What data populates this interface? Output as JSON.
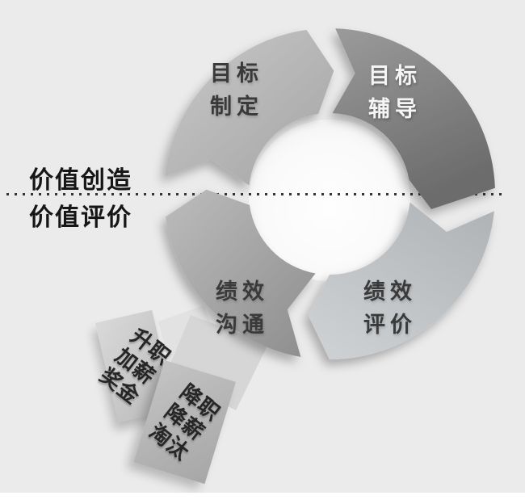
{
  "canvas": {
    "background": "#ebebeb",
    "footer_strip": "#ffffff"
  },
  "divider": {
    "above_label": "价值创造",
    "below_label": "价值评价",
    "line_color": "#353535"
  },
  "cycle": {
    "direction": "clockwise",
    "segments": [
      {
        "name": "goal-setting",
        "label": "目标制定",
        "line1": "目标",
        "line2": "制定",
        "color_from": "#c9c9c9",
        "color_to": "#a4a4a4",
        "text_color": "#3a3a3a"
      },
      {
        "name": "goal-coaching",
        "label": "目标辅导",
        "line1": "目标",
        "line2": "辅导",
        "color_from": "#9b9b9b",
        "color_to": "#6c6c6c",
        "text_color": "#f5f5f5"
      },
      {
        "name": "performance-evaluation",
        "label": "绩效评价",
        "line1": "绩效",
        "line2": "评价",
        "color_from": "#aeb2b5",
        "color_to": "#cdd0d2",
        "text_color": "#3a3a3a"
      },
      {
        "name": "performance-communication",
        "label": "绩效沟通",
        "line1": "绩效",
        "line2": "沟通",
        "color_from": "#bcbcbc",
        "color_to": "#8d8d8d",
        "text_color": "#3a3a3a"
      }
    ]
  },
  "outcome_boxes": [
    {
      "name": "reward",
      "label": "升职加薪奖金",
      "lines": [
        "升职",
        "加薪",
        "奖金"
      ]
    },
    {
      "name": "penalty",
      "label": "降职降薪淘汰",
      "lines": [
        "降职",
        "降薪",
        "淘汰"
      ]
    }
  ]
}
